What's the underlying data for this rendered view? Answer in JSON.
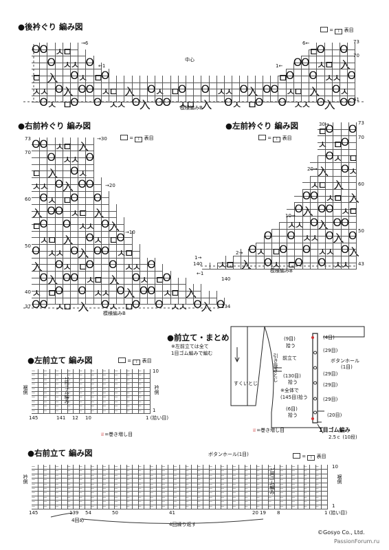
{
  "sections": {
    "back_neck": "●後衿ぐり 編み図",
    "right_front_neck": "●右前衿ぐり 編み図",
    "left_front_neck": "●左前衿ぐり 編み図",
    "front_band": "●前立て・まとめ",
    "left_band": "●左前立て 編み図",
    "right_band": "●右前立て 編み図"
  },
  "legend": {
    "eq": "=",
    "sym": "I",
    "label": "表目"
  },
  "legend_wrap": {
    "sym": "♕",
    "label": "=巻き増し目"
  },
  "back": {
    "row_top": "73",
    "row_70": "70",
    "row_bottom": "61",
    "arrow_left6": "→6",
    "arrow_right6": "6←",
    "arrow_l1": "←1",
    "arrow_r1": "1←",
    "center": "中心",
    "pattern": "模様編みB"
  },
  "right": {
    "row_73": "73",
    "row_70": "70",
    "row_60": "60",
    "row_50": "50",
    "row_40": "40",
    "row_37": "37",
    "arrow30": "→30",
    "arrow20": "→20",
    "arrow10": "→10",
    "arrow1": "←1",
    "col140": "140",
    "col134": "134",
    "pattern": "模様編みB"
  },
  "left": {
    "arrow30": "30→",
    "arrow20": "20→",
    "arrow10": "10→",
    "arrow2": "2→",
    "arrow1": "1→",
    "row_73": "73",
    "row_70": "70",
    "row_60": "60",
    "row_50": "50",
    "row_43": "43",
    "col140": "140",
    "pattern": "模様編みB"
  },
  "assembly": {
    "note1": "※左前立ては全て",
    "note2": "1目ゴム編みで編む",
    "pickup_stitch_note": "引き抜きとじ",
    "sukui": "すくいとじ",
    "p9": "(9目)",
    "p9b": "拾う",
    "front_band": "前立て",
    "p130": "(130目)",
    "p130b": "拾う",
    "total1": "※全体で",
    "total2": "(145目)拾う",
    "p6": "(6目)",
    "p6b": "拾う",
    "c4": "(4目)",
    "c29a": "(29目)",
    "bh": "ボタンホール",
    "bh1": "(1目)",
    "c29b": "(29目)",
    "c29c": "(29目)",
    "c29d": "(29目)",
    "c20": "(20目)",
    "rib": "1目ゴム編み",
    "rib_size": "2.5ｃ (10段)",
    "wrap_note": "=巻き増し目"
  },
  "left_band": {
    "side_left": "裾側",
    "side_right": "衿側",
    "rib_label": "1目ゴム編み",
    "c145": "145",
    "c141": "141",
    "c12": "12",
    "c10": "10",
    "c1": "1 (拾い目)",
    "r10": "10",
    "r1": "1"
  },
  "right_band": {
    "side_left": "衿側",
    "side_right": "裾側",
    "bh": "ボタンホール(1目)",
    "rib_label": "1目ゴム編み",
    "c145": "145",
    "c139": "139",
    "c54": "54",
    "c50": "50",
    "c41": "41",
    "c20": "20",
    "c19": "19",
    "c8": "8",
    "c1": "1 (拾い目)",
    "rep4": "4回め",
    "rep4b": "4回繰り返す",
    "r10": "10",
    "r1": "1"
  },
  "footer": {
    "copyright": "©Gosyo Co., Ltd.",
    "watermark": "PassionForum.ru"
  },
  "symbols": {
    "o": "O",
    "k": "ㅅ",
    "lam": "入",
    "m": "ㅁ"
  }
}
